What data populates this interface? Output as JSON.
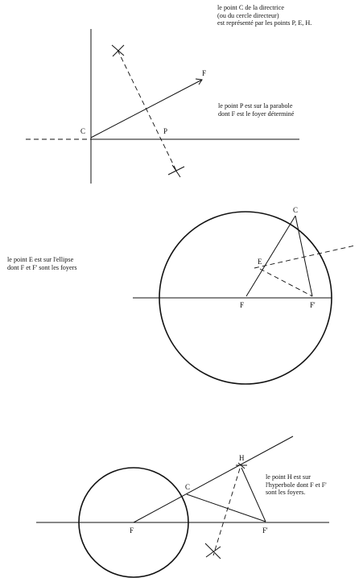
{
  "text_blocks": {
    "top_caption": [
      "le point C de la directrice",
      "(ou du cercle directeur)",
      "est représenté par les points P, E, H."
    ],
    "parabola_caption": [
      "le point P est sur la parabole",
      "dont F est le foyer déterminé"
    ],
    "ellipse_caption": [
      "le point E est sur l'ellipse",
      "dont F et F' sont les foyers"
    ],
    "hyperbola_caption": [
      "le point H est sur",
      "l'hyperbole dont F et F'",
      "sont les foyers."
    ]
  },
  "figures": {
    "parabola": {
      "labels": {
        "C": "C",
        "P": "P",
        "F": "F"
      }
    },
    "ellipse": {
      "labels": {
        "C": "C",
        "E": "E",
        "F": "F",
        "F2": "F'"
      }
    },
    "hyperbola": {
      "labels": {
        "C": "C",
        "H": "H",
        "F": "F",
        "F2": "F'"
      }
    }
  }
}
